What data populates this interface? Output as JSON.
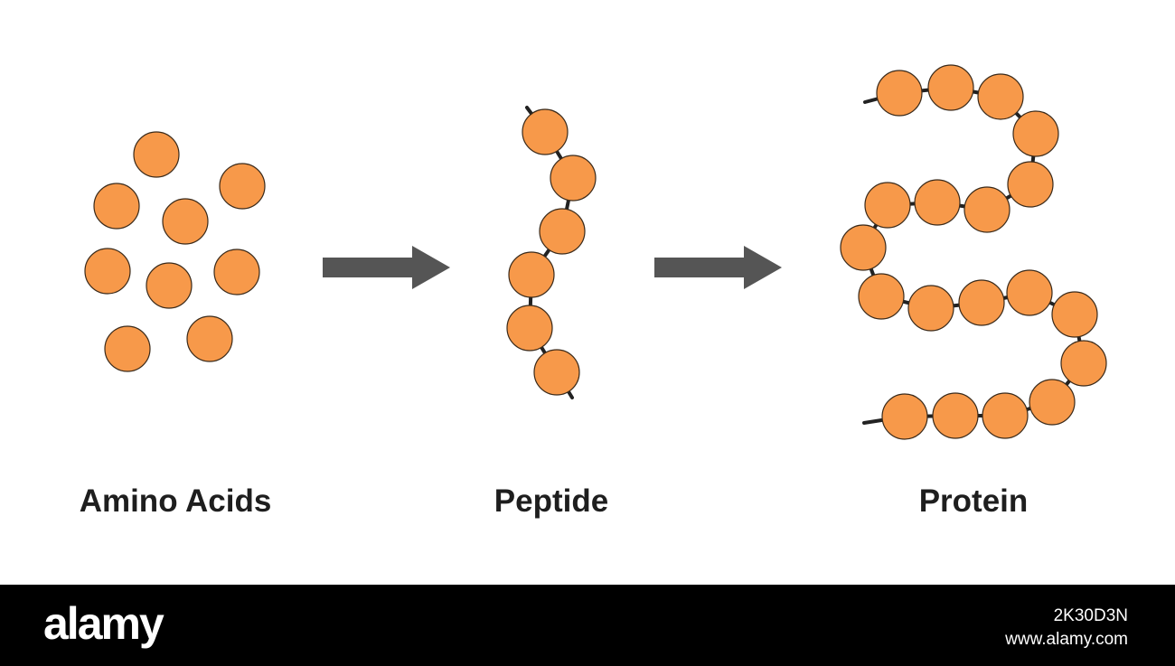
{
  "stages": [
    {
      "id": "amino-acids",
      "label": "Amino Acids"
    },
    {
      "id": "peptide",
      "label": "Peptide"
    },
    {
      "id": "protein",
      "label": "Protein"
    }
  ],
  "colors": {
    "residue_fill": "#f7994a",
    "residue_stroke": "#3a2a1a",
    "bond": "#222222",
    "arrow": "#555555",
    "label": "#1e1e1e",
    "footer_bg": "#000000",
    "footer_text": "#ffffff"
  },
  "footer": {
    "logo": "alamy",
    "image_id": "2K30D3N",
    "site": "www.alamy.com"
  }
}
